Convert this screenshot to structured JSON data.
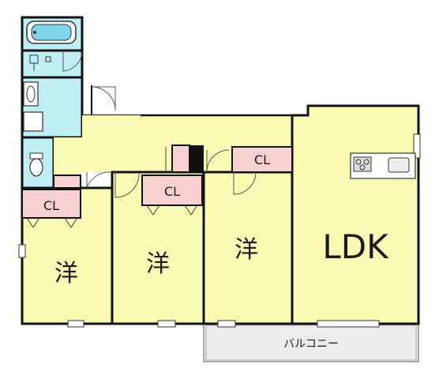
{
  "rooms": {
    "western1": "洋",
    "western2": "洋",
    "western3": "洋",
    "ldk": "LDK"
  },
  "closets": {
    "cl1": "CL",
    "cl2": "CL",
    "cl3": "CL"
  },
  "balcony": "バルコニー",
  "colors": {
    "room_fill": "#fafab4",
    "wet_fill": "#bfeef5",
    "closet_fill": "#f7d0d0",
    "wall": "#111111",
    "balcony_fill": "#ececec"
  }
}
